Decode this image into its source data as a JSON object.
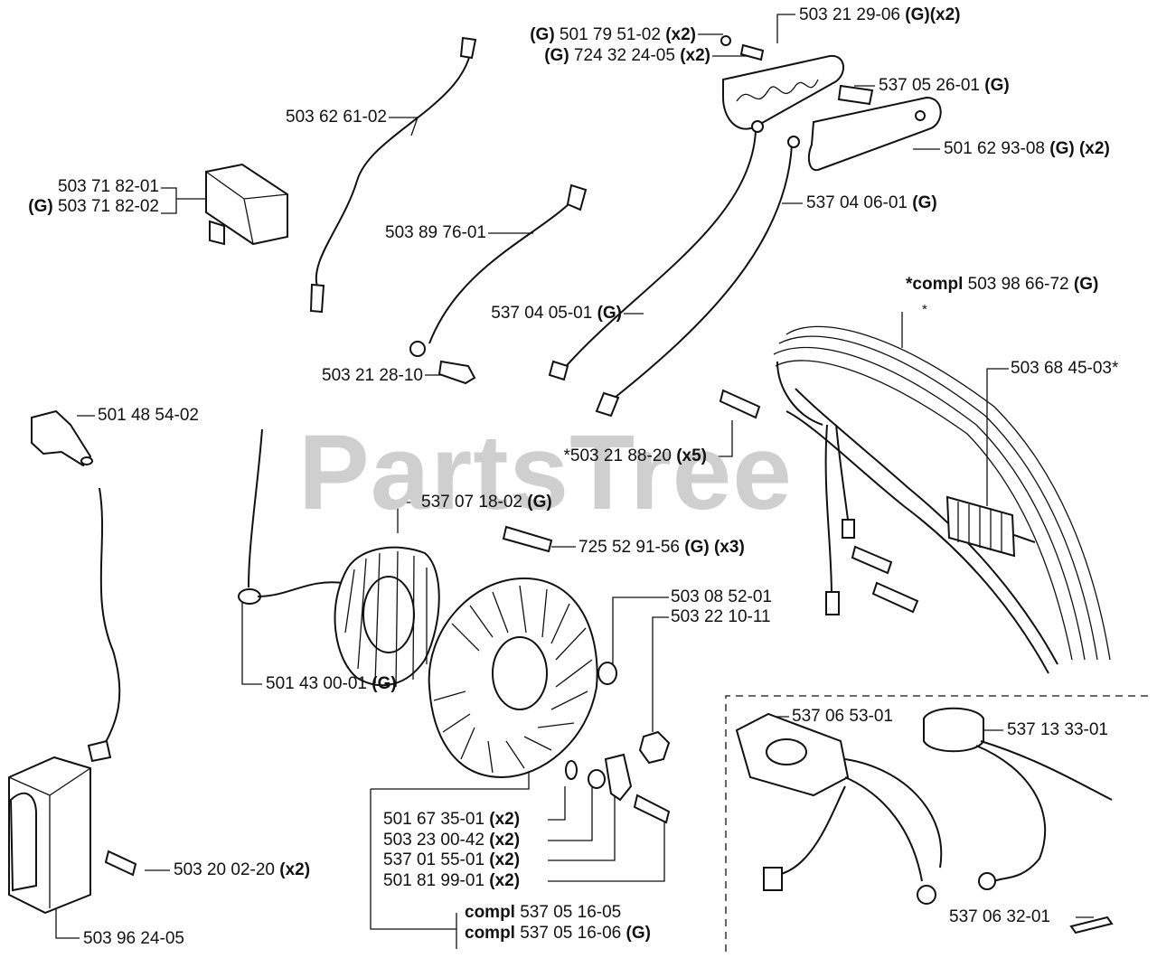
{
  "watermark": "PartsTree",
  "parts": {
    "p1": {
      "pre": "",
      "num": "503 62 61-02",
      "suf": ""
    },
    "p2a": {
      "pre": "",
      "num": "503 71 82-01",
      "suf": ""
    },
    "p2b": {
      "pre": "(G)",
      "num": " 503 71 82-02",
      "suf": ""
    },
    "p3": {
      "pre": "",
      "num": "503 89 76-01",
      "suf": ""
    },
    "p4": {
      "pre": "",
      "num": "503 21 28-10",
      "suf": ""
    },
    "p5": {
      "pre": "(G)",
      "num": " 501 79 51-02 ",
      "suf": "(x2)"
    },
    "p6": {
      "pre": "(G)",
      "num": " 724 32 24-05 ",
      "suf": "(x2)"
    },
    "p7": {
      "pre": "",
      "num": "503 21 29-06 ",
      "suf": "(G)(x2)"
    },
    "p8": {
      "pre": "",
      "num": "537 05 26-01 ",
      "suf": "(G)"
    },
    "p9": {
      "pre": "",
      "num": "501 62 93-08 ",
      "suf": "(G) (x2)"
    },
    "p10": {
      "pre": "",
      "num": "537 04 06-01 ",
      "suf": "(G)"
    },
    "p11": {
      "pre": "",
      "num": "537 04 05-01 ",
      "suf": "(G)"
    },
    "p12": {
      "pre": "*compl",
      "num": " 503 98 66-72 ",
      "suf": "(G)"
    },
    "p12star": {
      "pre": "",
      "num": "*",
      "suf": ""
    },
    "p13": {
      "pre": "",
      "num": "503 68 45-03*",
      "suf": ""
    },
    "p14": {
      "pre": "",
      "num": "*503 21 88-20 ",
      "suf": "(x5)"
    },
    "p15": {
      "pre": "",
      "num": "501 48 54-02",
      "suf": ""
    },
    "p16": {
      "pre": "",
      "num": "537 07 18-02 ",
      "suf": "(G)"
    },
    "p17": {
      "pre": "",
      "num": "725 52 91-56 ",
      "suf": "(G) (x3)"
    },
    "p18": {
      "pre": "",
      "num": "503 08 52-01",
      "suf": ""
    },
    "p19": {
      "pre": "",
      "num": "503 22 10-11",
      "suf": ""
    },
    "p20": {
      "pre": "",
      "num": "501 43 00-01 ",
      "suf": "(G)"
    },
    "p21": {
      "pre": "",
      "num": "537 06 53-01",
      "suf": ""
    },
    "p22": {
      "pre": "",
      "num": "537 13 33-01",
      "suf": ""
    },
    "p23": {
      "pre": "",
      "num": "501 67 35-01 ",
      "suf": "(x2)"
    },
    "p24": {
      "pre": "",
      "num": "503 23 00-42 ",
      "suf": "(x2)"
    },
    "p25": {
      "pre": "",
      "num": "537 01 55-01 ",
      "suf": "(x2)"
    },
    "p26": {
      "pre": "",
      "num": "501 81 99-01 ",
      "suf": "(x2)"
    },
    "p27": {
      "pre": "",
      "num": "503 20 02-20 ",
      "suf": "(x2)"
    },
    "p28": {
      "pre": "compl",
      "num": " 537 05 16-05",
      "suf": ""
    },
    "p29": {
      "pre": "compl",
      "num": " 537 05 16-06 ",
      "suf": "(G)"
    },
    "p30": {
      "pre": "",
      "num": "503 96 24-05",
      "suf": ""
    },
    "p31": {
      "pre": "",
      "num": "537 06 32-01",
      "suf": ""
    }
  }
}
